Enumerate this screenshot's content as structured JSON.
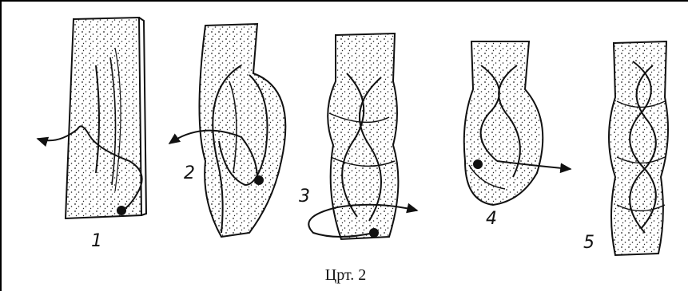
{
  "figure": {
    "caption": "Црт. 2",
    "step_labels": [
      "1",
      "2",
      "3",
      "4",
      "5"
    ]
  },
  "colors": {
    "ink": "#111111",
    "strip_fill": "#f7f7f2",
    "background": "#ffffff"
  }
}
